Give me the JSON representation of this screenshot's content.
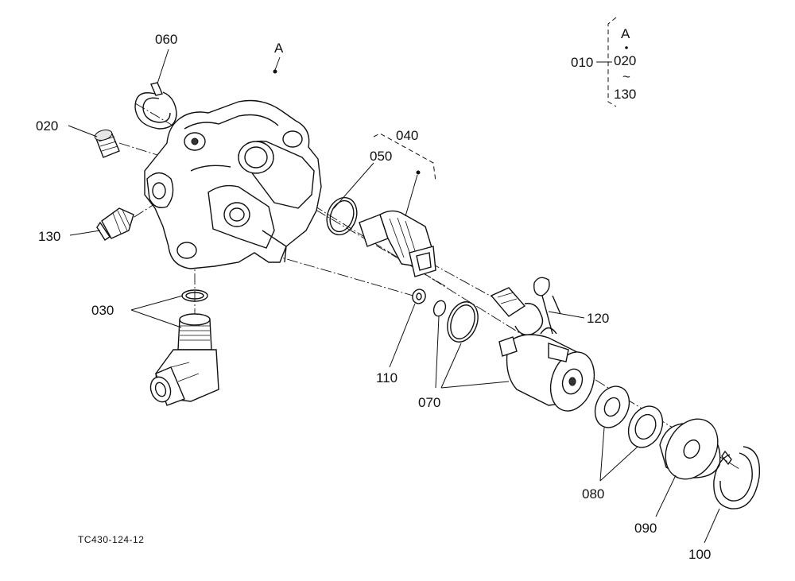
{
  "diagram": {
    "callouts": {
      "p060": "060",
      "pA": "A",
      "p020": "020",
      "p130": "130",
      "p030": "030",
      "p050": "050",
      "p040": "040",
      "p120": "120",
      "p110": "110",
      "p070": "070",
      "p080": "080",
      "p090": "090",
      "p100": "100"
    },
    "legend": {
      "part": "010",
      "top": "A",
      "from": "020",
      "range_symbol": "~",
      "to": "130"
    },
    "figure_code": "TC430-124-12"
  }
}
